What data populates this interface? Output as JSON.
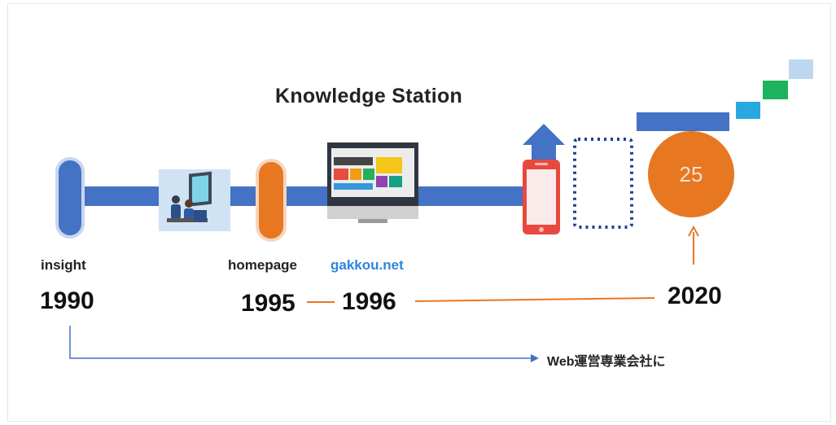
{
  "title": "Knowledge Station",
  "milestones": [
    {
      "name": "insight",
      "year": "1990"
    },
    {
      "name": "homepage",
      "year": "1995"
    },
    {
      "name": "gakkou.net",
      "year": "1996"
    },
    {
      "name": "",
      "year": "2020"
    }
  ],
  "anniversary": "25",
  "note": "Web運営専業会社に",
  "colors": {
    "timeline_blue": "#4472c4",
    "accent_orange": "#e87722",
    "link_blue": "#2e86de",
    "red_phone": "#e8493f",
    "cyan": "#29a8e0",
    "green": "#1db35c",
    "light_blue": "#bdd7ee",
    "dotted_navy": "#24408e"
  },
  "icons": [
    "people-screen-icon",
    "computer-monitor-icon",
    "smartphone-icon",
    "up-arrow-icon"
  ]
}
